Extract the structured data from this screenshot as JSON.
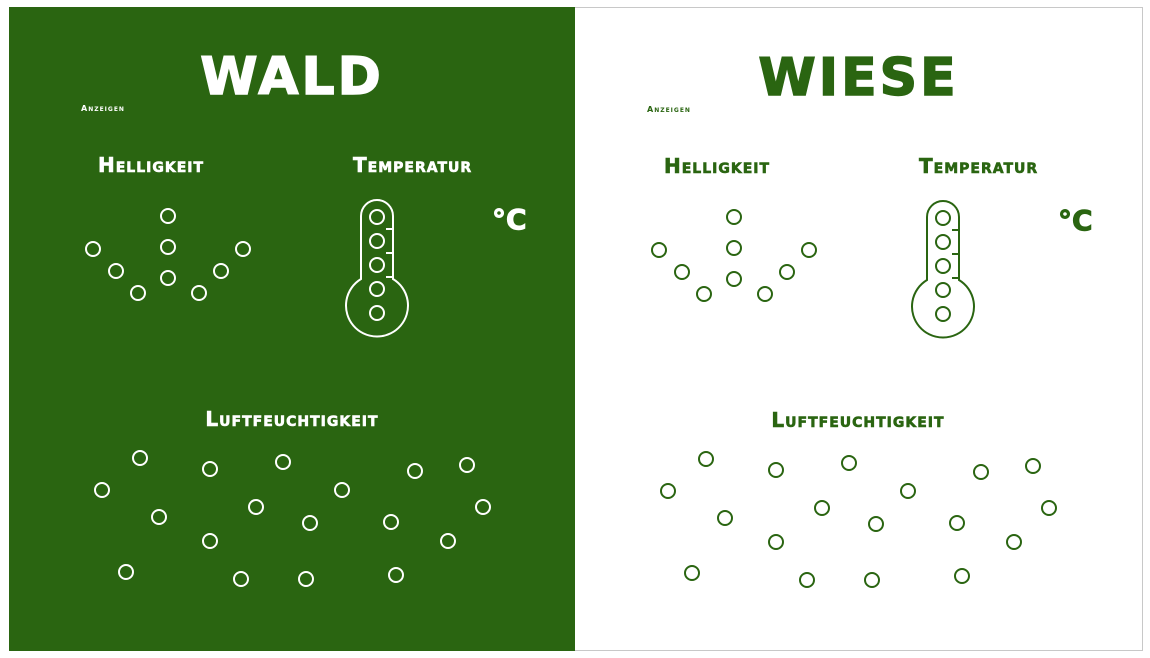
{
  "colors": {
    "forest_green": "#2a6511",
    "white": "#ffffff"
  },
  "panels": [
    {
      "id": "wald",
      "title": "WALD",
      "show_label": "Anzeigen",
      "brightness_label": "Helligkeit",
      "temperature_label": "Temperatur",
      "temperature_unit": "°C",
      "humidity_label": "Luftfeuchtigkeit",
      "theme": "dark"
    },
    {
      "id": "wiese",
      "title": "WIESE",
      "show_label": "Anzeigen",
      "brightness_label": "Helligkeit",
      "temperature_label": "Temperatur",
      "temperature_unit": "°C",
      "humidity_label": "Luftfeuchtigkeit",
      "theme": "light"
    }
  ],
  "icons": {
    "brightness": "brightness-dots-icon",
    "thermometer": "thermometer-icon",
    "humidity": "humidity-dots-icon"
  }
}
